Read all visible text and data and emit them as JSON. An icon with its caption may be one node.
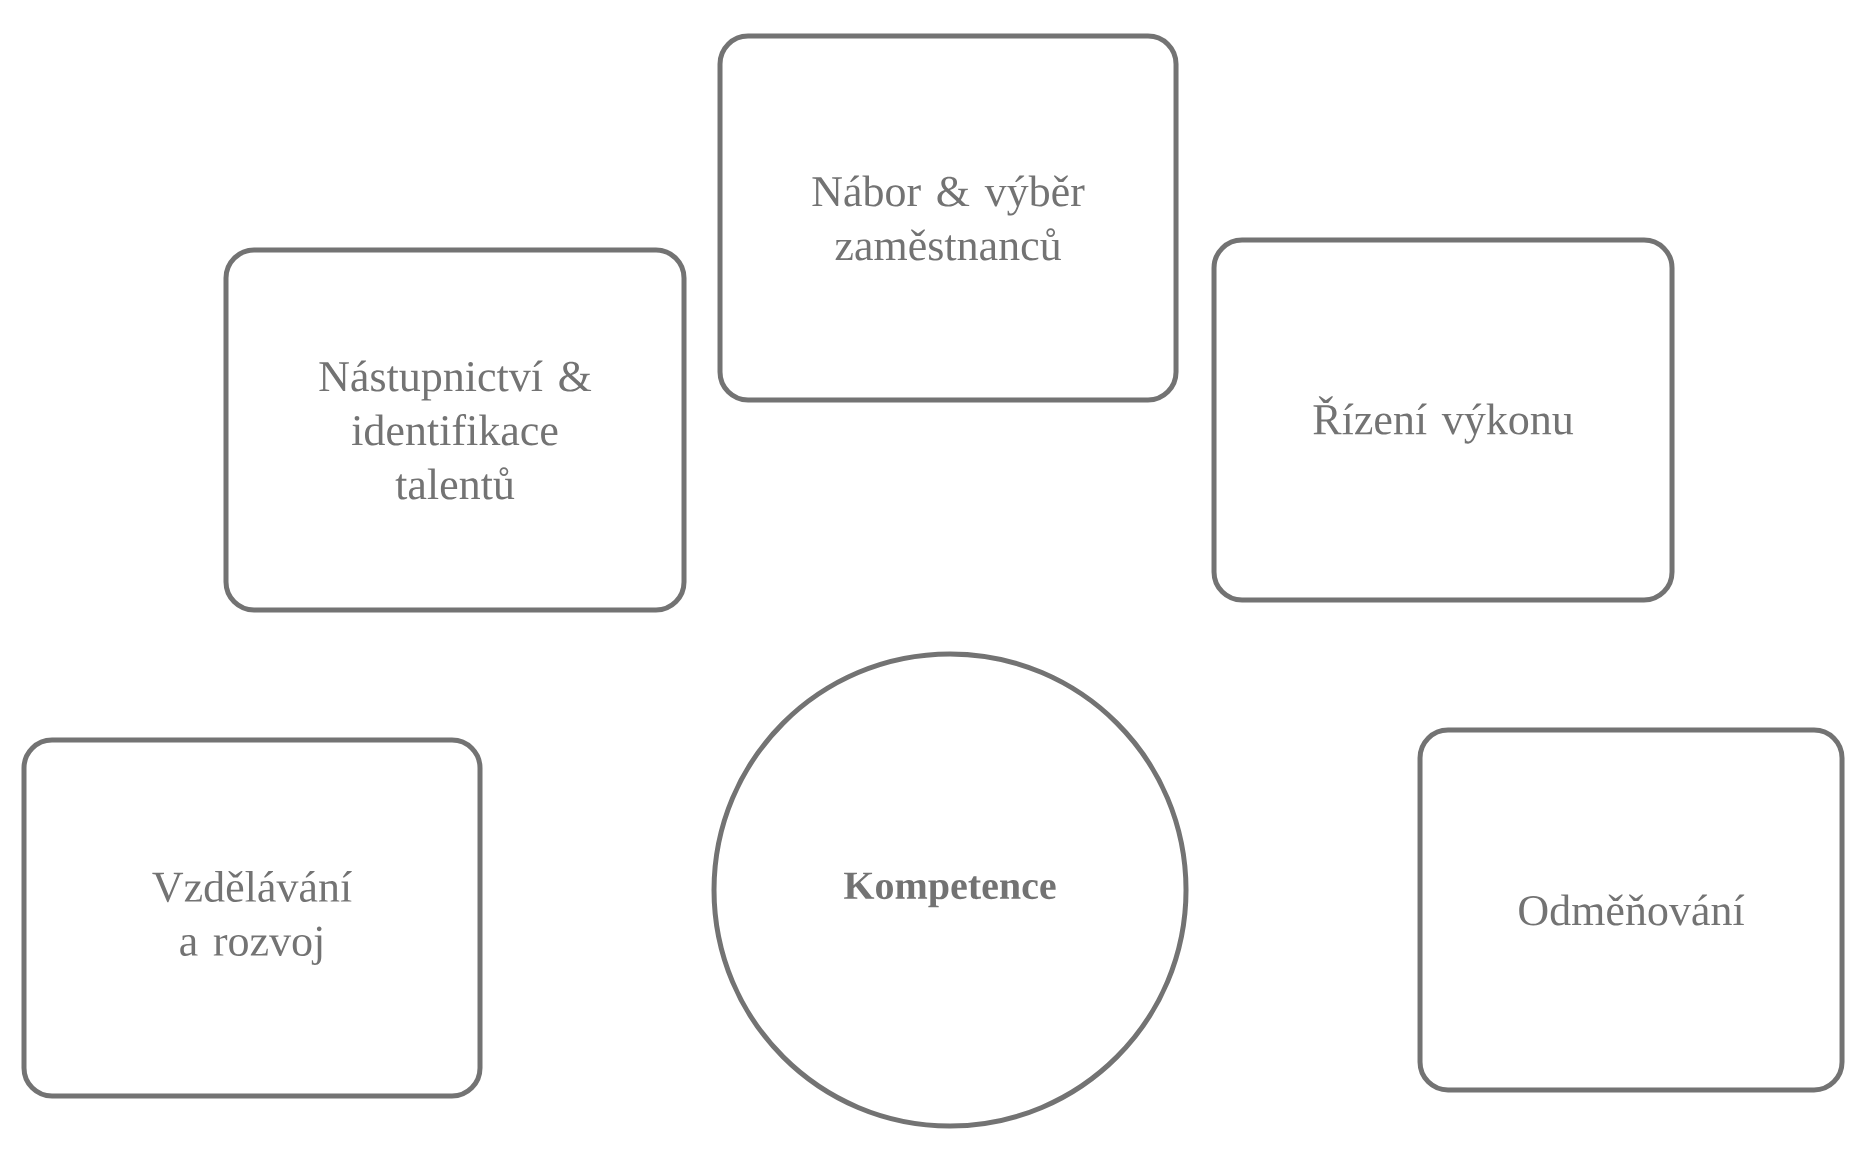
{
  "diagram": {
    "nodes": [
      {
        "text": [
          "Nábor & výběr zaměstnanců"
        ]
      },
      {
        "text": [
          "Nástupnictví & identifikace talentů"
        ]
      },
      {
        "text": [
          "Řízení výkonu"
        ]
      },
      {
        "text": [
          "Vzdělávání a rozvoj"
        ]
      },
      {
        "text": [
          "Kompetence"
        ]
      },
      {
        "text": [
          "Odměňování"
        ]
      }
    ]
  }
}
